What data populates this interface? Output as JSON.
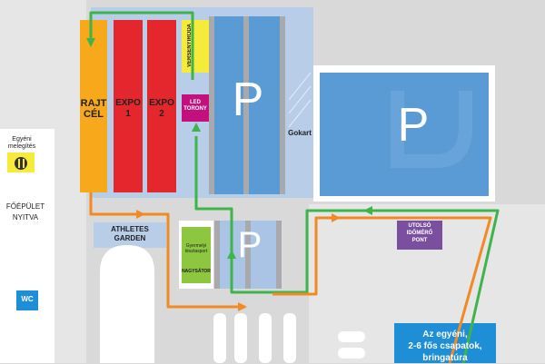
{
  "labels": {
    "rajt_cel": [
      "RAJT",
      "CÉL"
    ],
    "expo1": [
      "EXPO",
      "1"
    ],
    "expo2": [
      "EXPO",
      "2"
    ],
    "led_torony": [
      "LED",
      "TORONY"
    ],
    "versenyiroda": "VERSENYIRODA",
    "parking": "P",
    "gokart": "Gokart",
    "athletes_garden": [
      "ATHLETES",
      "GARDEN"
    ],
    "gyermekei": [
      "Gyermelyi",
      "tésztasport"
    ],
    "nagysator": "NAGYSÁTOR",
    "utolso_idomero": [
      "UTOLSÓ",
      "IDŐMÉRŐ",
      "PONT"
    ],
    "egyeni_melegites": [
      "Egyéni",
      "melegítés"
    ],
    "foepulet": [
      "FŐÉPÜLET",
      "NYITVA"
    ],
    "wc": "WC",
    "info_box": [
      "Az egyéni,",
      "2-6 fős csapatok,",
      "bringatúra"
    ]
  },
  "colors": {
    "start_orange": "#f7a81b",
    "expo_red": "#e3272d",
    "led_magenta": "#c4107e",
    "parking_blue": "#5b9bd5",
    "light_blue": "#a9c4e4",
    "route_green": "#3db54a",
    "route_orange": "#f08a24",
    "info_blue": "#1e8fd6",
    "timing_purple": "#7b4fa0",
    "lime": "#8dc63f",
    "yellow": "#f6ea3b"
  },
  "icons": [
    "cutlery-icon",
    "wc-icon",
    "arrow-icon"
  ]
}
